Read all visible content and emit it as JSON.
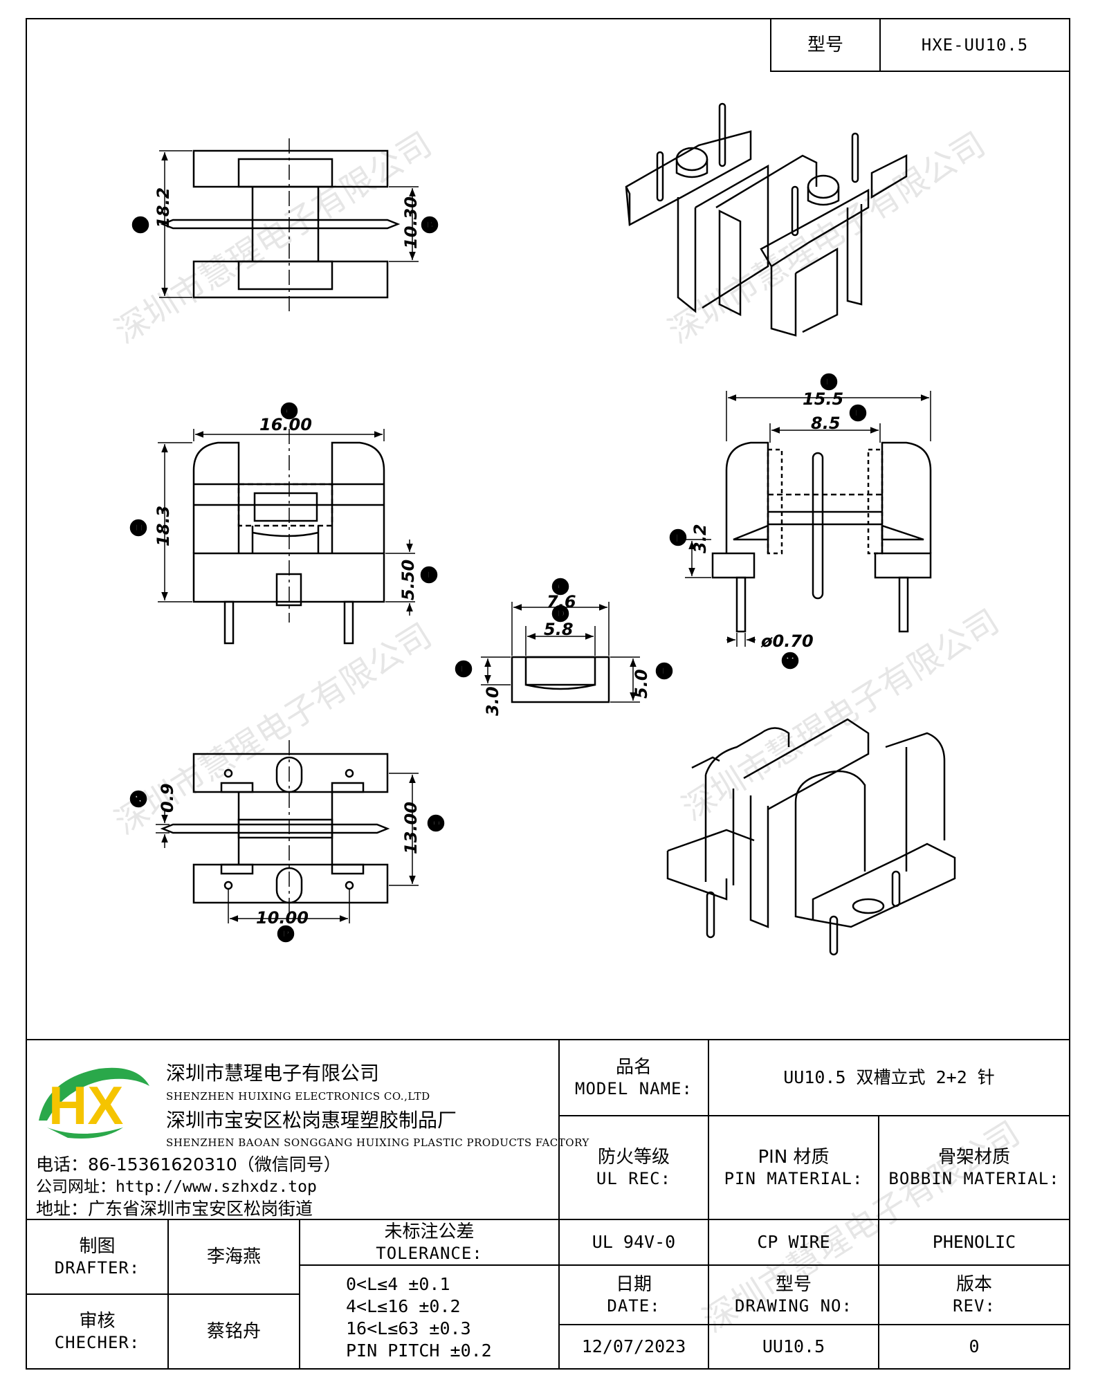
{
  "header": {
    "model_label": "型号",
    "model_value": "HXE-UU10.5"
  },
  "dimensions": {
    "A": "18.2",
    "B": "10.30",
    "G": "16.00",
    "H": "18.3",
    "I": "5.50",
    "C": "7.6",
    "D": "5.8",
    "E": "3.0",
    "F": "5.0",
    "L": "15.5",
    "K": "8.5",
    "J": "3.2",
    "M": "ø0.70",
    "N": "0.9",
    "O": "13.00",
    "P": "10.00"
  },
  "watermark": "深圳市慧瑆电子有限公司",
  "company": {
    "logo_text": "HX",
    "name_cn": "深圳市慧瑆电子有限公司",
    "name_en": "SHENZHEN HUIXING ELECTRONICS CO.,LTD",
    "factory_cn": "深圳市宝安区松岗惠瑆塑胶制品厂",
    "factory_en": "SHENZHEN BAOAN SONGGANG HUIXING PLASTIC PRODUCTS FACTORY",
    "phone": "电话：86-15361620310（微信同号）",
    "website": "公司网址：http://www.szhxdz.top",
    "address": "地址：广东省深圳市宝安区松岗街道"
  },
  "title_block": {
    "model_name_cn": "品名",
    "model_name_en": "MODEL NAME:",
    "model_name_value": "UU10.5 双槽立式 2+2 针",
    "ul_cn": "防火等级",
    "ul_en": "UL REC:",
    "pin_cn": "PIN 材质",
    "pin_en": "PIN MATERIAL:",
    "bobbin_cn": "骨架材质",
    "bobbin_en": "BOBBIN MATERIAL:",
    "ul_value": "UL 94V-0",
    "pin_value": "CP WIRE",
    "bobbin_value": "PHENOLIC",
    "drafter_cn": "制图",
    "drafter_en": "DRAFTER:",
    "drafter_value": "李海燕",
    "checker_cn": "审核",
    "checker_en": "CHECHER:",
    "checker_value": "蔡铭舟",
    "tolerance_cn": "未标注公差",
    "tolerance_en": "TOLERANCE:",
    "tolerance_lines": [
      "0<L≤4  ±0.1",
      "4<L≤16 ±0.2",
      "16<L≤63 ±0.3",
      "PIN PITCH ±0.2"
    ],
    "date_cn": "日期",
    "date_en": "DATE:",
    "date_value": "12/07/2023",
    "drawing_cn": "型号",
    "drawing_en": "DRAWING NO:",
    "drawing_value": "UU10.5",
    "rev_cn": "版本",
    "rev_en": "REV:",
    "rev_value": "0"
  }
}
